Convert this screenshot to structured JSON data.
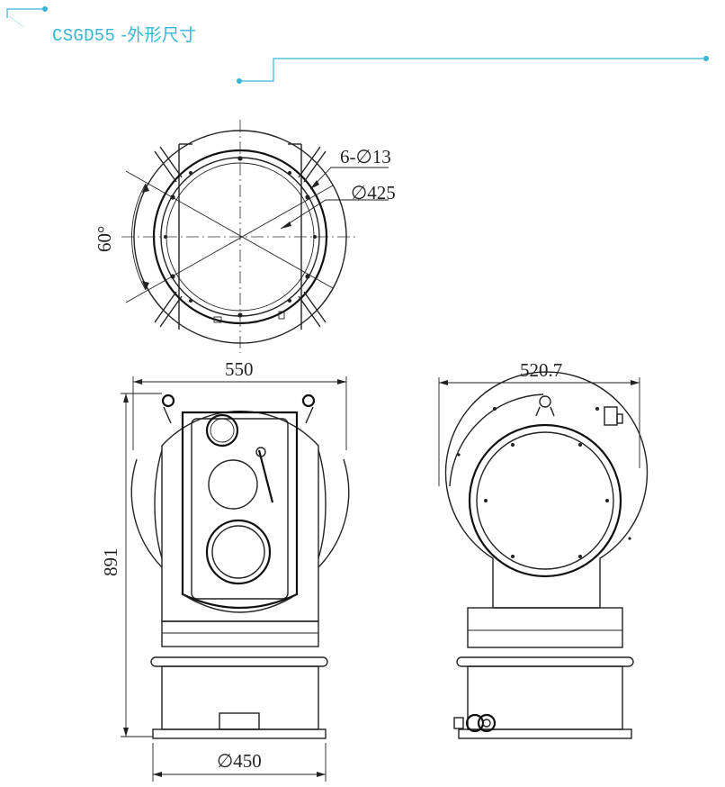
{
  "header": {
    "title_code": "CSGD55",
    "title_text": " -外形尺寸",
    "accent_color": "#35b6d4"
  },
  "dimensions": {
    "holes": "6-∅13",
    "flange_diameter": "∅425",
    "angle": "60°",
    "width": "550",
    "depth": "520.7",
    "height": "891",
    "base_diameter": "∅450"
  },
  "views": [
    "top-view",
    "front-view",
    "side-view"
  ]
}
